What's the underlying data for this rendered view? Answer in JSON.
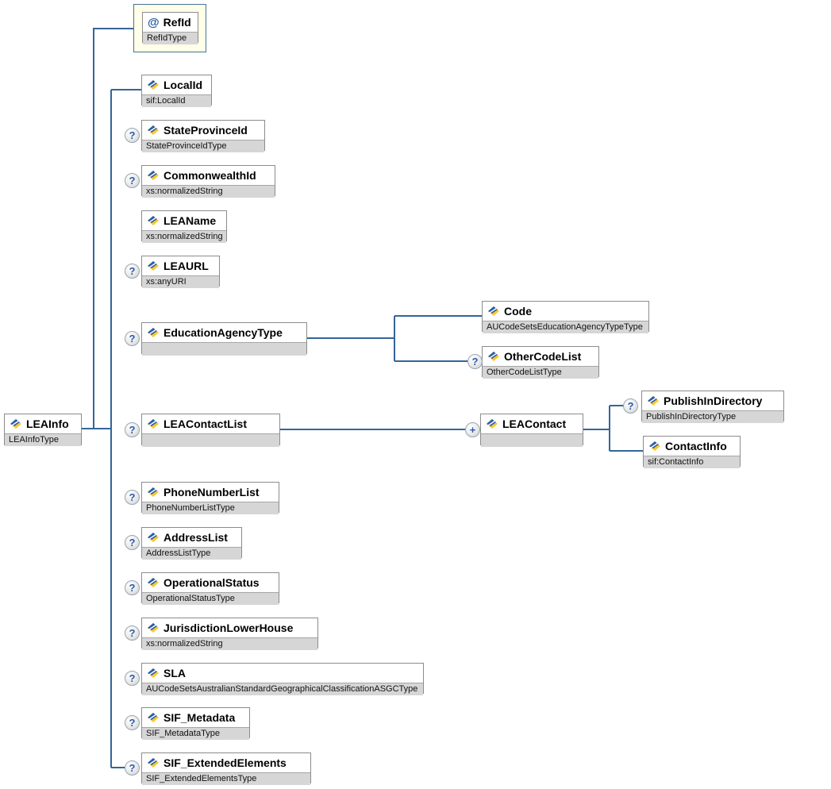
{
  "diagram": {
    "title": "LEAInfo XML schema content model",
    "colors": {
      "wire": "#336699",
      "type_band": "#d6d6d6",
      "attribute_container_bg": "#fffee8",
      "element_icon_blue": "#2a5caa",
      "element_icon_yellow": "#fdc82f"
    },
    "indicators": {
      "optional": "?",
      "repeat": "+"
    },
    "root": {
      "label": "LEAInfo",
      "type": "LEAInfoType"
    },
    "attribute": {
      "label": "RefId",
      "type": "RefIdType"
    },
    "nodes": {
      "LocalId": {
        "label": "LocalId",
        "type": "sif:LocalId"
      },
      "StateProvinceId": {
        "label": "StateProvinceId",
        "type": "StateProvinceIdType"
      },
      "CommonwealthId": {
        "label": "CommonwealthId",
        "type": "xs:normalizedString"
      },
      "LEAName": {
        "label": "LEAName",
        "type": "xs:normalizedString"
      },
      "LEAURL": {
        "label": "LEAURL",
        "type": "xs:anyURI"
      },
      "EducationAgencyType": {
        "label": "EducationAgencyType",
        "type": ""
      },
      "Code": {
        "label": "Code",
        "type": "AUCodeSetsEducationAgencyTypeType"
      },
      "OtherCodeList": {
        "label": "OtherCodeList",
        "type": "OtherCodeListType"
      },
      "LEAContactList": {
        "label": "LEAContactList",
        "type": ""
      },
      "LEAContact": {
        "label": "LEAContact",
        "type": ""
      },
      "PublishInDirectory": {
        "label": "PublishInDirectory",
        "type": "PublishInDirectoryType"
      },
      "ContactInfo": {
        "label": "ContactInfo",
        "type": "sif:ContactInfo"
      },
      "PhoneNumberList": {
        "label": "PhoneNumberList",
        "type": "PhoneNumberListType"
      },
      "AddressList": {
        "label": "AddressList",
        "type": "AddressListType"
      },
      "OperationalStatus": {
        "label": "OperationalStatus",
        "type": "OperationalStatusType"
      },
      "JurisdictionLowerHouse": {
        "label": "JurisdictionLowerHouse",
        "type": "xs:normalizedString"
      },
      "SLA": {
        "label": "SLA",
        "type": "AUCodeSetsAustralianStandardGeographicalClassificationASGCType"
      },
      "SIF_Metadata": {
        "label": "SIF_Metadata",
        "type": "SIF_MetadataType"
      },
      "SIF_ExtendedElements": {
        "label": "SIF_ExtendedElements",
        "type": "SIF_ExtendedElementsType"
      }
    }
  }
}
